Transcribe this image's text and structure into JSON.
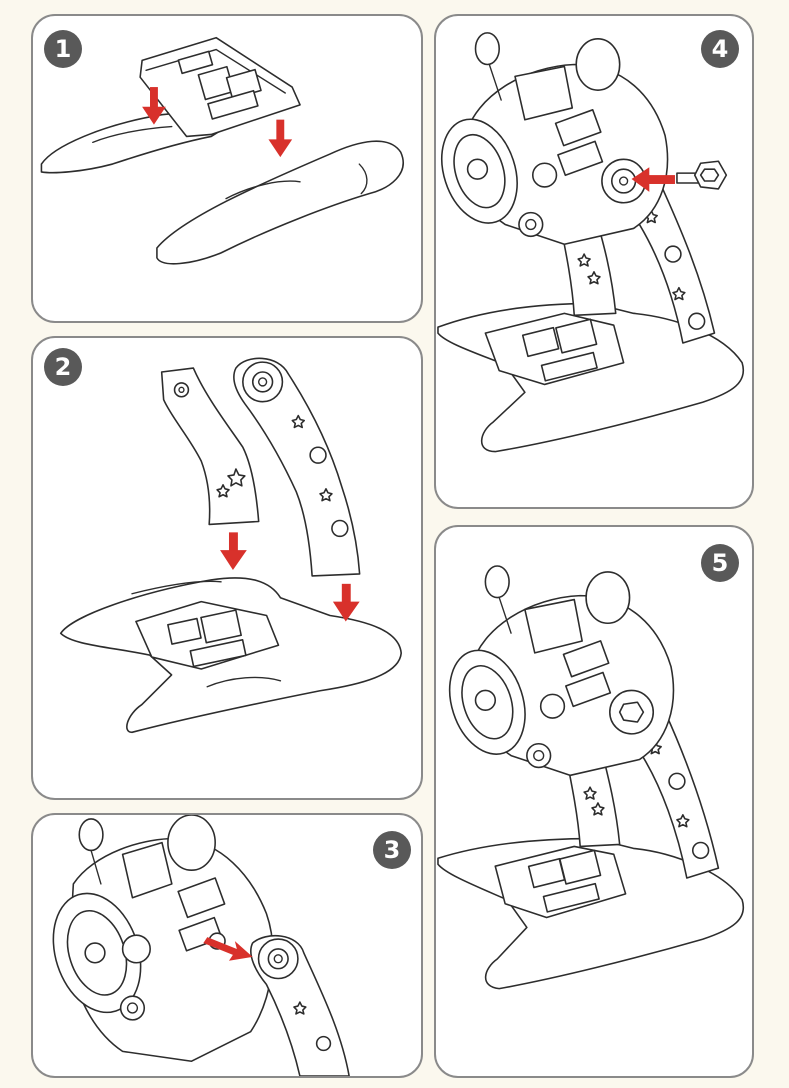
{
  "steps": [
    {
      "number": "1"
    },
    {
      "number": "2"
    },
    {
      "number": "3"
    },
    {
      "number": "4"
    },
    {
      "number": "5"
    }
  ],
  "colors": {
    "background": "#fbf8ee",
    "panel_border": "#8a8a8a",
    "badge": "#595959",
    "arrow": "#d8312b",
    "line_art": "#2d2d2d"
  },
  "icons": {
    "arrow": "red-arrow-icon",
    "star": "star-icon",
    "screw": "screw-icon"
  }
}
